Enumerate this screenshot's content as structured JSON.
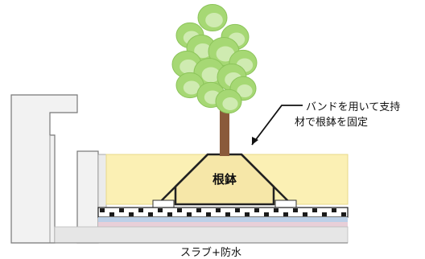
{
  "diagram": {
    "callout_label": {
      "line1": "バンドを用いて支持",
      "line2": "材で根鉢を固定"
    },
    "rootball_label": "根鉢",
    "base_label": "スラブ+防水"
  },
  "colors": {
    "foliage": "#a6d874",
    "foliage_highlight": "#d9f0c0",
    "trunk": "#8a5a3a",
    "soil": "#fbf0b4",
    "soil_border": "#e7d98a",
    "rootball": "#f6e7a8",
    "wall": "#f2f2f2",
    "wall_border": "#777777",
    "drain_stripe": "#1a1a1a",
    "waterproof_blue": "#bcd0e8",
    "waterproof_pink": "#e8cfd8",
    "slab": "#e6e6e6"
  }
}
